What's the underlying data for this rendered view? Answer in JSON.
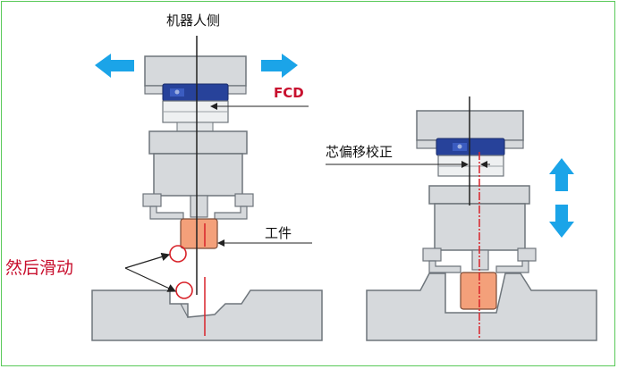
{
  "labels": {
    "robot_side": "机器人侧",
    "fcd": "FCD",
    "workpiece": "工件",
    "then_slide": "然后滑动",
    "center_offset_correction": "芯偏移校正"
  },
  "colors": {
    "arrow_blue": "#1ba4e8",
    "label_red": "#c8102e",
    "center_line_red": "#d8232a",
    "workpiece_orange": "#f4a07a",
    "coupling_blue": "#27429a",
    "body_gray": "#d6d9dc",
    "frame_green": "#58c958"
  },
  "icons": [
    "arrow-left-icon",
    "arrow-right-icon",
    "arrow-up-icon",
    "arrow-down-icon",
    "circle-marker-icon"
  ]
}
